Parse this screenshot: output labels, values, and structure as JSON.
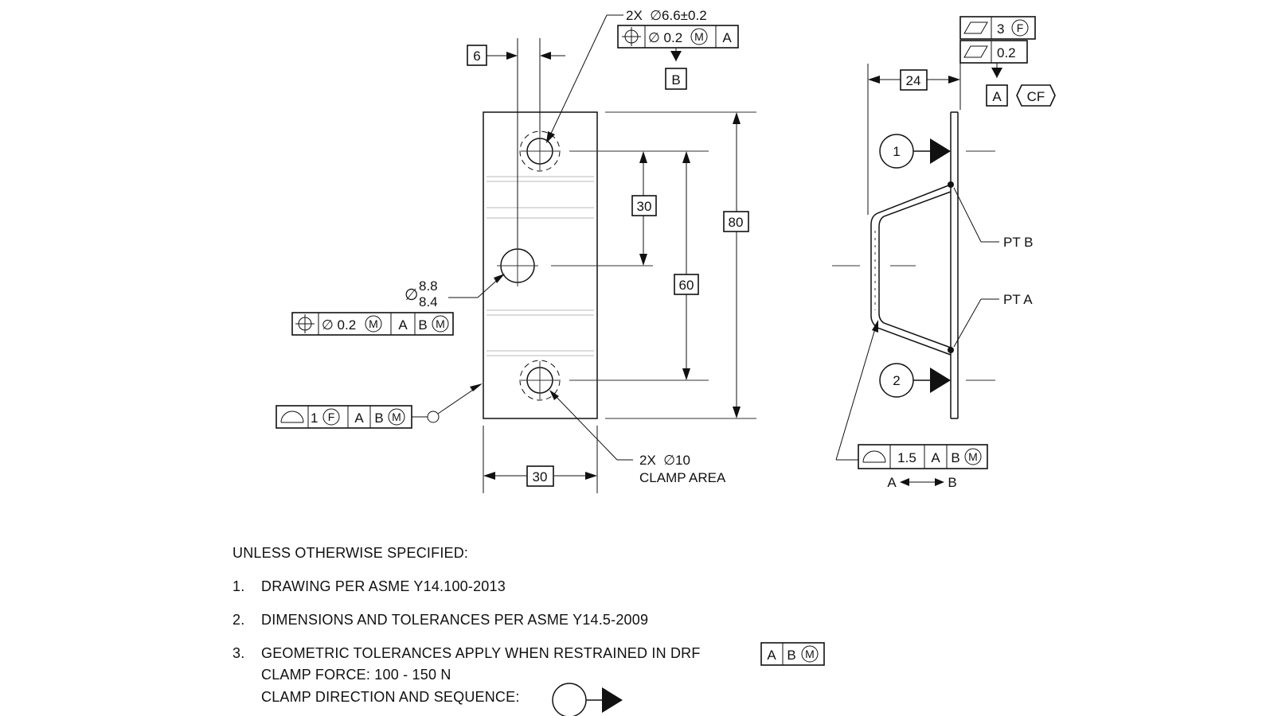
{
  "plan_view": {
    "dims": {
      "hole_offset": "6",
      "width": "30",
      "spacing": "30",
      "outer_span": "60",
      "height": "80"
    },
    "hole_callout": {
      "qty_size": "2X  ∅6.6±0.2",
      "fcf_position": "∅ 0.2",
      "datum_primary": "A",
      "datum_feature_label": "B"
    },
    "center_hole": {
      "symbol": "∅",
      "upper": "8.8",
      "lower": "8.4",
      "fcf_tol": "∅ 0.2",
      "datum_a": "A",
      "datum_b": "B"
    },
    "profile_fcf": {
      "tol": "1",
      "modifier": "F",
      "datum_a": "A",
      "datum_b": "B"
    },
    "clamp_note": {
      "line1": "2X  ∅10",
      "line2": "CLAMP AREA"
    }
  },
  "side_view": {
    "dim_offset": "24",
    "flatness_upper": {
      "tol": "3",
      "modifier": "F"
    },
    "flatness_lower": {
      "tol": "0.2"
    },
    "datum_target_a": "A",
    "continuous_feature": "CF",
    "clamp_1": "1",
    "clamp_2": "2",
    "pt_b": "PT B",
    "pt_a": "PT A",
    "profile_fcf": {
      "tol": "1.5",
      "datum_a": "A",
      "datum_b": "B"
    },
    "between_from": "A",
    "between_to": "B"
  },
  "notes": {
    "header": "UNLESS OTHERWISE SPECIFIED:",
    "items": [
      {
        "num": "1.",
        "text": "DRAWING PER ASME Y14.100-2013"
      },
      {
        "num": "2.",
        "text": "DIMENSIONS AND TOLERANCES PER ASME Y14.5-2009"
      },
      {
        "num": "3.",
        "text": "GEOMETRIC TOLERANCES APPLY WHEN RESTRAINED IN DRF"
      }
    ],
    "drf_datum_a": "A",
    "drf_datum_b": "B",
    "clamp_force": "CLAMP FORCE: 100 - 150 N",
    "clamp_direction": "CLAMP DIRECTION AND SEQUENCE:"
  },
  "modifier_symbols": {
    "mmc": "M",
    "free_state": "F"
  }
}
